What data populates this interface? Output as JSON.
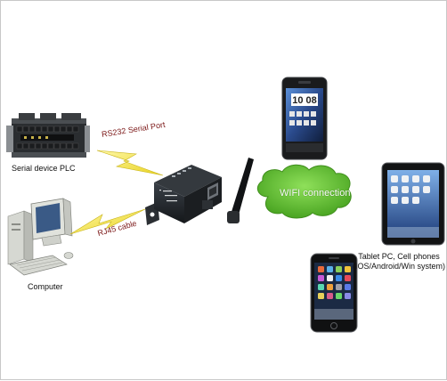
{
  "labels": {
    "plc": "Serial device PLC",
    "computer": "Computer",
    "rs232": "RS232 Serial Port",
    "rj45": "RJ45 cable",
    "wifi": "WIFI connection",
    "tablet_line1": "Tablet PC, Cell phones",
    "tablet_line2": "(IOS/Android/Win system)"
  },
  "colors": {
    "lightning": "#f0e83c",
    "cloud_fill": "#6cc63a",
    "cloud_dark": "#3f8e1c",
    "device_body": "#1e2226",
    "red_label": "#7a1515"
  },
  "icons": [
    "plc-device-icon",
    "computer-icon",
    "wifi-server-device-icon",
    "antenna-icon",
    "android-phone-icon",
    "tablet-icon",
    "iphone-icon",
    "lightning-bolt-icon"
  ]
}
